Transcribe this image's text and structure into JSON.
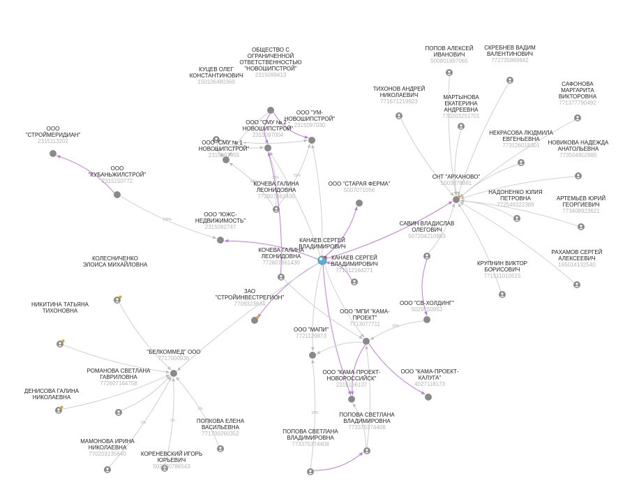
{
  "colors": {
    "edge": "#cfcfcf",
    "edge_highlight": "#c178e6",
    "node": "#8a8a8a",
    "center_node": "#5bb0d6",
    "badge": "#f0a020",
    "badge_red": "#d64040",
    "label": "#222222",
    "inn": "#b4b4b4"
  },
  "nodes": [
    {
      "id": "center",
      "type": "center",
      "name": [
        "КАНАЕВ СЕРГЕЙ",
        "ВЛАДИМИРОВИЧ"
      ],
      "inn": "",
      "badge": "red"
    },
    {
      "id": "kutsev",
      "type": "person",
      "name": [
        "КУЦЕВ ОЛЕГ",
        "КОНСТАНТИНОВИЧ"
      ],
      "inn": "150106480369"
    },
    {
      "id": "ooo_novoship",
      "type": "org",
      "name": [
        "ОБЩЕСТВО С",
        "ОГРАНИЧЕННОЙ",
        "ОТВЕТСТВЕННОСТЬЮ",
        "\"НОВОШИПСТРОЙ\""
      ],
      "inn": "2315099413"
    },
    {
      "id": "smu2",
      "type": "org",
      "name": [
        "ООО \"СМУ № 2 -",
        "НОВОШИПСТРОЙ\""
      ],
      "inn": "2315097004"
    },
    {
      "id": "um",
      "type": "org",
      "name": [
        "ООО \"УМ-",
        "НОВОШИПСТРОЙ\""
      ],
      "inn": "2315097030"
    },
    {
      "id": "smu1",
      "type": "org",
      "name": [
        "ООО \"СМУ № 1 -",
        "НОВОШИПСТРОЙ\""
      ],
      "inn": "2315097955"
    },
    {
      "id": "kocheva1",
      "type": "person",
      "name": [
        "КОЧЕВА ГАЛИНА",
        "ЛЕОНИДОВНА"
      ],
      "inn": "772807861430"
    },
    {
      "id": "stroimeridian",
      "type": "org",
      "name": [
        "ООО",
        "\"СТРОЙМЕРИДИАН\""
      ],
      "inn": "2315113202"
    },
    {
      "id": "kuban",
      "type": "org",
      "name": [
        "ООО",
        "\"КУБАНЬЖИЛСТРОЙ\""
      ],
      "inn": "2315150772"
    },
    {
      "id": "yugs",
      "type": "org",
      "name": [
        "ООО \"ЮЖС-",
        "НЕДВИЖИМОСТЬ\""
      ],
      "inn": "2315092747"
    },
    {
      "id": "staraya",
      "type": "org",
      "name": [
        "ООО \"СТАРАЯ ФЕРМА\""
      ],
      "inn": "5007071056"
    },
    {
      "id": "kocheva2",
      "type": "person",
      "name": [
        "КОЧЕВА ГАЛИНА",
        "ЛЕОНИДОВНА"
      ],
      "inn": "772807861430"
    },
    {
      "id": "kanaev2",
      "type": "person",
      "name": [
        "КАНАЕВ СЕРГЕЙ",
        "ВЛАДИМИРОВИЧ"
      ],
      "inn": "771312164271"
    },
    {
      "id": "stroiinvest",
      "type": "org",
      "name": [
        "ЗАО",
        "\"СТРОЙИНВЕСТРЕГИОН\""
      ],
      "inn": "7709323634",
      "badge": "orange"
    },
    {
      "id": "kolesnichenko",
      "type": "person",
      "name": [
        "КОЛЕСНИЧЕНКО",
        "ЭЛОИСА МИХАЙЛОВНА"
      ],
      "inn": "",
      "badge": "orange"
    },
    {
      "id": "nikitina",
      "type": "person",
      "name": [
        "НИКИТИНА ТАТЬЯНА",
        "ТИХОНОВНА"
      ],
      "inn": "",
      "badge": "orange"
    },
    {
      "id": "belkommed",
      "type": "org",
      "name": [
        "\"БЕЛКОММЕД\" ООО"
      ],
      "inn": "7717000936"
    },
    {
      "id": "romanova",
      "type": "person",
      "name": [
        "РОМАНОВА СВЕТЛАНА",
        "ГАВРИЛОВНА"
      ],
      "inn": "772607164758"
    },
    {
      "id": "denisova",
      "type": "person",
      "name": [
        "ДЕНИСОВА ГАЛИНА",
        "НИКОЛАЕВНА"
      ],
      "inn": "",
      "badge": "orange"
    },
    {
      "id": "mamonova",
      "type": "person",
      "name": [
        "МАМОНОВА ИРИНА",
        "НИКОЛАЕВНА"
      ],
      "inn": "770203135640"
    },
    {
      "id": "korenevsky",
      "type": "person",
      "name": [
        "КОРЕНЕВСКИЙ ИГОРЬ",
        "ЮРЬЕВИЧ"
      ],
      "inn": "502300786543"
    },
    {
      "id": "popkova",
      "type": "person",
      "name": [
        "ПОПКОВА ЕЛЕНА",
        "ВАСИЛЬЕВНА"
      ],
      "inn": "771700260352"
    },
    {
      "id": "mapi",
      "type": "org",
      "name": [
        "ООО \"МАПИ\""
      ],
      "inn": "7721129873"
    },
    {
      "id": "mpi",
      "type": "org",
      "name": [
        "ООО \"МПИ \"КАМА-",
        "ПРОЕКТ\""
      ],
      "inn": "7713077711"
    },
    {
      "id": "kp_novoross",
      "type": "org",
      "name": [
        "ООО \"КАМА-ПРОЕКТ-",
        "НОВОРОССИЙСК\""
      ],
      "inn": "2315166137"
    },
    {
      "id": "kp_kaluga",
      "type": "org",
      "name": [
        "ООО \"КАМА-ПРОЕКТ-",
        "КАЛУГА\""
      ],
      "inn": "4027118173"
    },
    {
      "id": "popova1",
      "type": "person",
      "name": [
        "ПОПОВА СВЕТЛАНА",
        "ВЛАДИМИРОВНА"
      ],
      "inn": "773375374408"
    },
    {
      "id": "popova2",
      "type": "person",
      "name": [
        "ПОПОВА СВЕТЛАНА",
        "ВЛАДИМИРОВНА"
      ],
      "inn": "773375374408"
    },
    {
      "id": "sv_holding",
      "type": "org",
      "name": [
        "ООО \"СВ-ХОЛДИНГ\""
      ],
      "inn": "5029150953"
    },
    {
      "id": "savin",
      "type": "person",
      "name": [
        "САВИН ВЛАДИСЛАВ",
        "ОЛЕГОВИЧ"
      ],
      "inn": "507204210883"
    },
    {
      "id": "snt",
      "type": "org",
      "name": [
        "СНТ \"АРХАНОВО\""
      ],
      "inn": "5003078891",
      "badge": "orange"
    },
    {
      "id": "popov",
      "type": "person",
      "name": [
        "ПОПОВ АЛЕКСЕЙ",
        "ИВАНОВИЧ"
      ],
      "inn": "500801897065"
    },
    {
      "id": "skrebnev",
      "type": "person",
      "name": [
        "СКРЕБНЕВ ВАДИМ",
        "ВАЛЕНТИНОВИЧ"
      ],
      "inn": "772735869842"
    },
    {
      "id": "tikhonov",
      "type": "person",
      "name": [
        "ТИХОНОВ АНДРЕЙ",
        "НИКОЛАЕВИЧ"
      ],
      "inn": "771671219923"
    },
    {
      "id": "martynova",
      "type": "person",
      "name": [
        "МАРТЫНОВА",
        "ЕКАТЕРИНА",
        "АНДРЕЕВНА"
      ],
      "inn": "770203251701"
    },
    {
      "id": "safonova",
      "type": "person",
      "name": [
        "САФОНОВА",
        "МАРГАРИТА",
        "ВИКТОРОВНА"
      ],
      "inn": "771377790492"
    },
    {
      "id": "nekrasova",
      "type": "person",
      "name": [
        "НЕКРАСОВА ЛЮДМИЛА",
        "ЕВГЕНЬЕВНА"
      ],
      "inn": "773126018301"
    },
    {
      "id": "novikova",
      "type": "person",
      "name": [
        "НОВИКОВА НАДЕЖДА",
        "АНАТОЛЬЕВНА"
      ],
      "inn": "773504802985"
    },
    {
      "id": "nadonenko",
      "type": "person",
      "name": [
        "НАДОНЕНКО ЮЛИЯ",
        "ПЕТРОВНА"
      ],
      "inn": "772549322389"
    },
    {
      "id": "artemyev",
      "type": "person",
      "name": [
        "АРТЕМЬЕВ ЮРИЙ",
        "ГЕОРГИЕВИЧ"
      ],
      "inn": "773408923621"
    },
    {
      "id": "rakhamov",
      "type": "person",
      "name": [
        "РАХАМОВ СЕРГЕЙ",
        "АЛЕКСЕЕВИЧ"
      ],
      "inn": "165014132540"
    },
    {
      "id": "krupnin",
      "type": "person",
      "name": [
        "КРУПНИН ВИКТОР",
        "БОРИСОВИЧ"
      ],
      "inn": "771511010515"
    }
  ],
  "edges": [
    {
      "from": "kutsev",
      "to": "smu1",
      "label": "25%"
    },
    {
      "from": "kutsev",
      "to": "smu2",
      "label": "25%"
    },
    {
      "from": "kutsev",
      "to": "um",
      "label": ""
    },
    {
      "from": "ooo_novoship",
      "to": "smu2",
      "label": "",
      "hl": true
    },
    {
      "from": "ooo_novoship",
      "to": "smu1",
      "label": ""
    },
    {
      "from": "ooo_novoship",
      "to": "um",
      "label": "25%",
      "hl": true
    },
    {
      "from": "kocheva1",
      "to": "smu1",
      "label": "25%"
    },
    {
      "from": "kocheva1",
      "to": "smu2",
      "label": "25%"
    },
    {
      "from": "kocheva1",
      "to": "um",
      "label": "25%"
    },
    {
      "from": "kuban",
      "to": "stroimeridian",
      "label": "",
      "hl": true
    },
    {
      "from": "kuban",
      "to": "yugs",
      "label": "100%"
    },
    {
      "from": "center",
      "to": "yugs",
      "label": "",
      "hl": true
    },
    {
      "from": "center",
      "to": "smu2",
      "label": ""
    },
    {
      "from": "center",
      "to": "um",
      "label": ""
    },
    {
      "from": "center",
      "to": "staraya",
      "label": "",
      "hl": true
    },
    {
      "from": "center",
      "to": "snt",
      "label": "",
      "hl": true
    },
    {
      "from": "center",
      "to": "stroiinvest",
      "label": "",
      "hl": true
    },
    {
      "from": "center",
      "to": "mapi",
      "label": ""
    },
    {
      "from": "center",
      "to": "mpi",
      "label": ""
    },
    {
      "from": "center",
      "to": "kp_novoross",
      "label": "",
      "hl": true
    },
    {
      "from": "center",
      "to": "belkommed",
      "label": ""
    },
    {
      "from": "kocheva2",
      "to": "smu2",
      "label": "",
      "hl": true
    },
    {
      "from": "kocheva2",
      "to": "mpi",
      "label": ""
    },
    {
      "from": "kanaev2",
      "to": "center",
      "label": "",
      "hl": true
    },
    {
      "from": "kolesnichenko",
      "to": "belkommed",
      "label": ""
    },
    {
      "from": "nikitina",
      "to": "belkommed",
      "label": ""
    },
    {
      "from": "romanova",
      "to": "belkommed",
      "label": ""
    },
    {
      "from": "denisova",
      "to": "belkommed",
      "label": ""
    },
    {
      "from": "mamonova",
      "to": "belkommed",
      "label": "1%"
    },
    {
      "from": "korenevsky",
      "to": "belkommed",
      "label": "1%"
    },
    {
      "from": "popkova",
      "to": "belkommed",
      "label": "1%"
    },
    {
      "from": "mpi",
      "to": "mapi",
      "label": ""
    },
    {
      "from": "mpi",
      "to": "kp_novoross",
      "label": "",
      "hl": true
    },
    {
      "from": "mpi",
      "to": "kp_kaluga",
      "label": "",
      "hl": true
    },
    {
      "from": "sv_holding",
      "to": "mpi",
      "label": "25%"
    },
    {
      "from": "popova1",
      "to": "mapi",
      "label": "33%"
    },
    {
      "from": "popova1",
      "to": "popova2",
      "label": "",
      "hl": true
    },
    {
      "from": "popova2",
      "to": "kp_novoross",
      "label": ""
    },
    {
      "from": "popova2",
      "to": "mpi",
      "label": ""
    },
    {
      "from": "savin",
      "to": "sv_holding",
      "label": "",
      "hl": true
    },
    {
      "from": "popov",
      "to": "snt",
      "label": ""
    },
    {
      "from": "skrebnev",
      "to": "snt",
      "label": ""
    },
    {
      "from": "tikhonov",
      "to": "snt",
      "label": ""
    },
    {
      "from": "martynova",
      "to": "snt",
      "label": ""
    },
    {
      "from": "safonova",
      "to": "snt",
      "label": ""
    },
    {
      "from": "nekrasova",
      "to": "snt",
      "label": ""
    },
    {
      "from": "novikova",
      "to": "snt",
      "label": ""
    },
    {
      "from": "nadonenko",
      "to": "snt",
      "label": ""
    },
    {
      "from": "artemyev",
      "to": "snt",
      "label": ""
    },
    {
      "from": "rakhamov",
      "to": "snt",
      "label": ""
    },
    {
      "from": "krupnin",
      "to": "snt",
      "label": ""
    },
    {
      "from": "savin",
      "to": "snt",
      "label": ""
    }
  ]
}
